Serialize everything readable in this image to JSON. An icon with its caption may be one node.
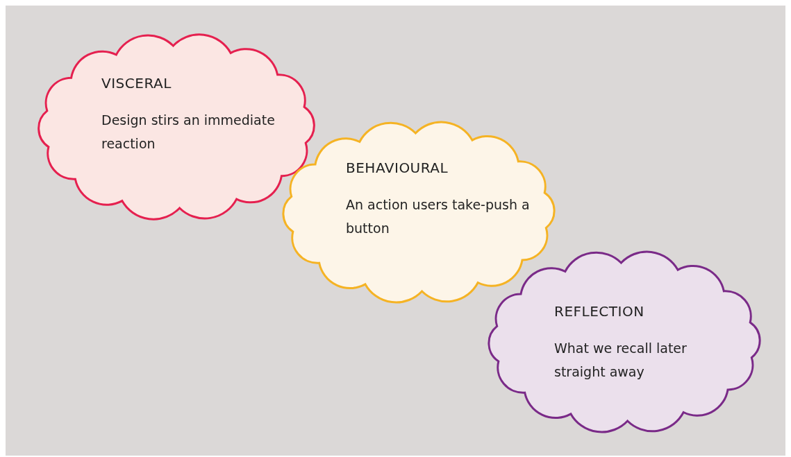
{
  "diagram": {
    "nodes": [
      {
        "text": [
          "VISCERAL",
          "Design stirs an immediate reaction"
        ]
      },
      {
        "text": [
          "BEHAVIOURAL",
          "An action users take-push a button"
        ]
      },
      {
        "text": [
          "REFLECTION",
          "What we recall later straight away"
        ]
      }
    ]
  }
}
